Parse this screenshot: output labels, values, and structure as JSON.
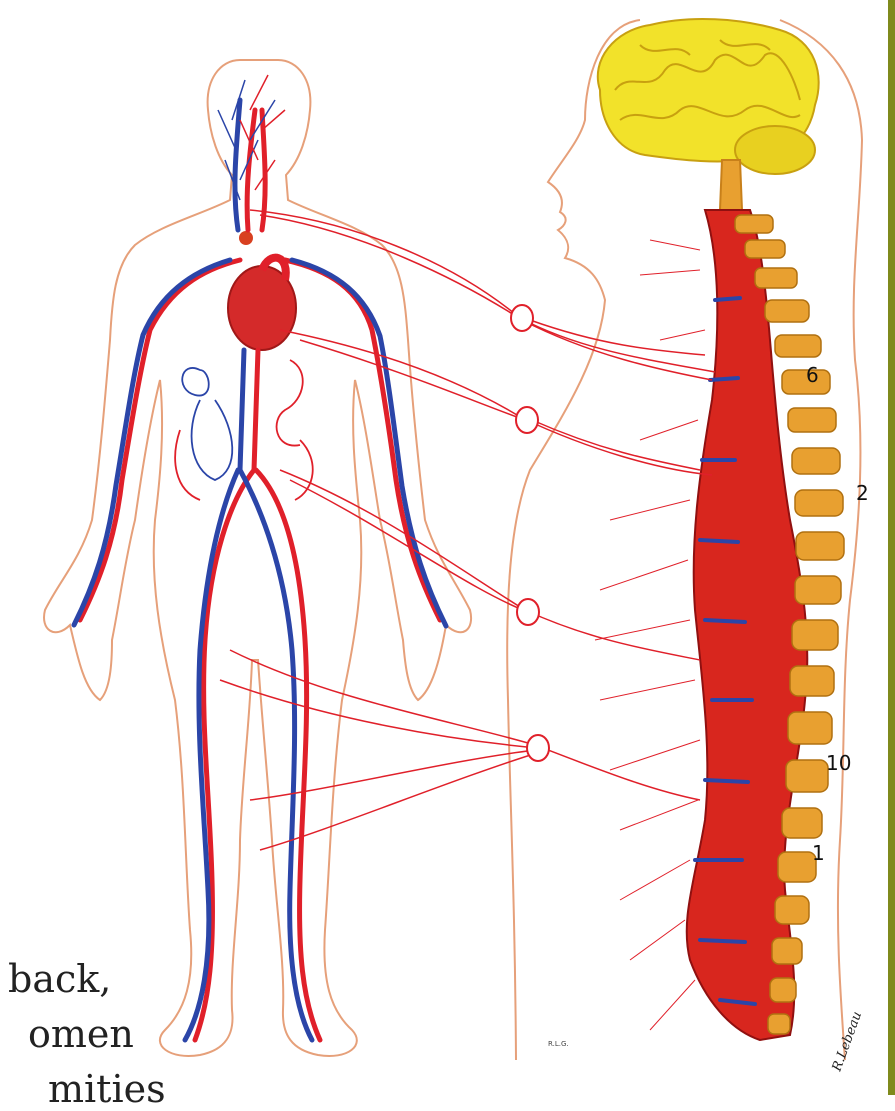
{
  "vertebra_labels": [
    "6",
    "2",
    "10",
    "1"
  ],
  "overlay_text_lines": [
    "back,",
    "omen",
    "mities"
  ],
  "artist_signature": "R.Lebeau",
  "artist_initials": "R.L.G.",
  "colors": {
    "artery_red": "#e0202a",
    "vein_blue": "#2b45a8",
    "brain_yellow": "#f2e22a",
    "bone_orange": "#e8a030",
    "accent_green": "#7f8a1c"
  }
}
